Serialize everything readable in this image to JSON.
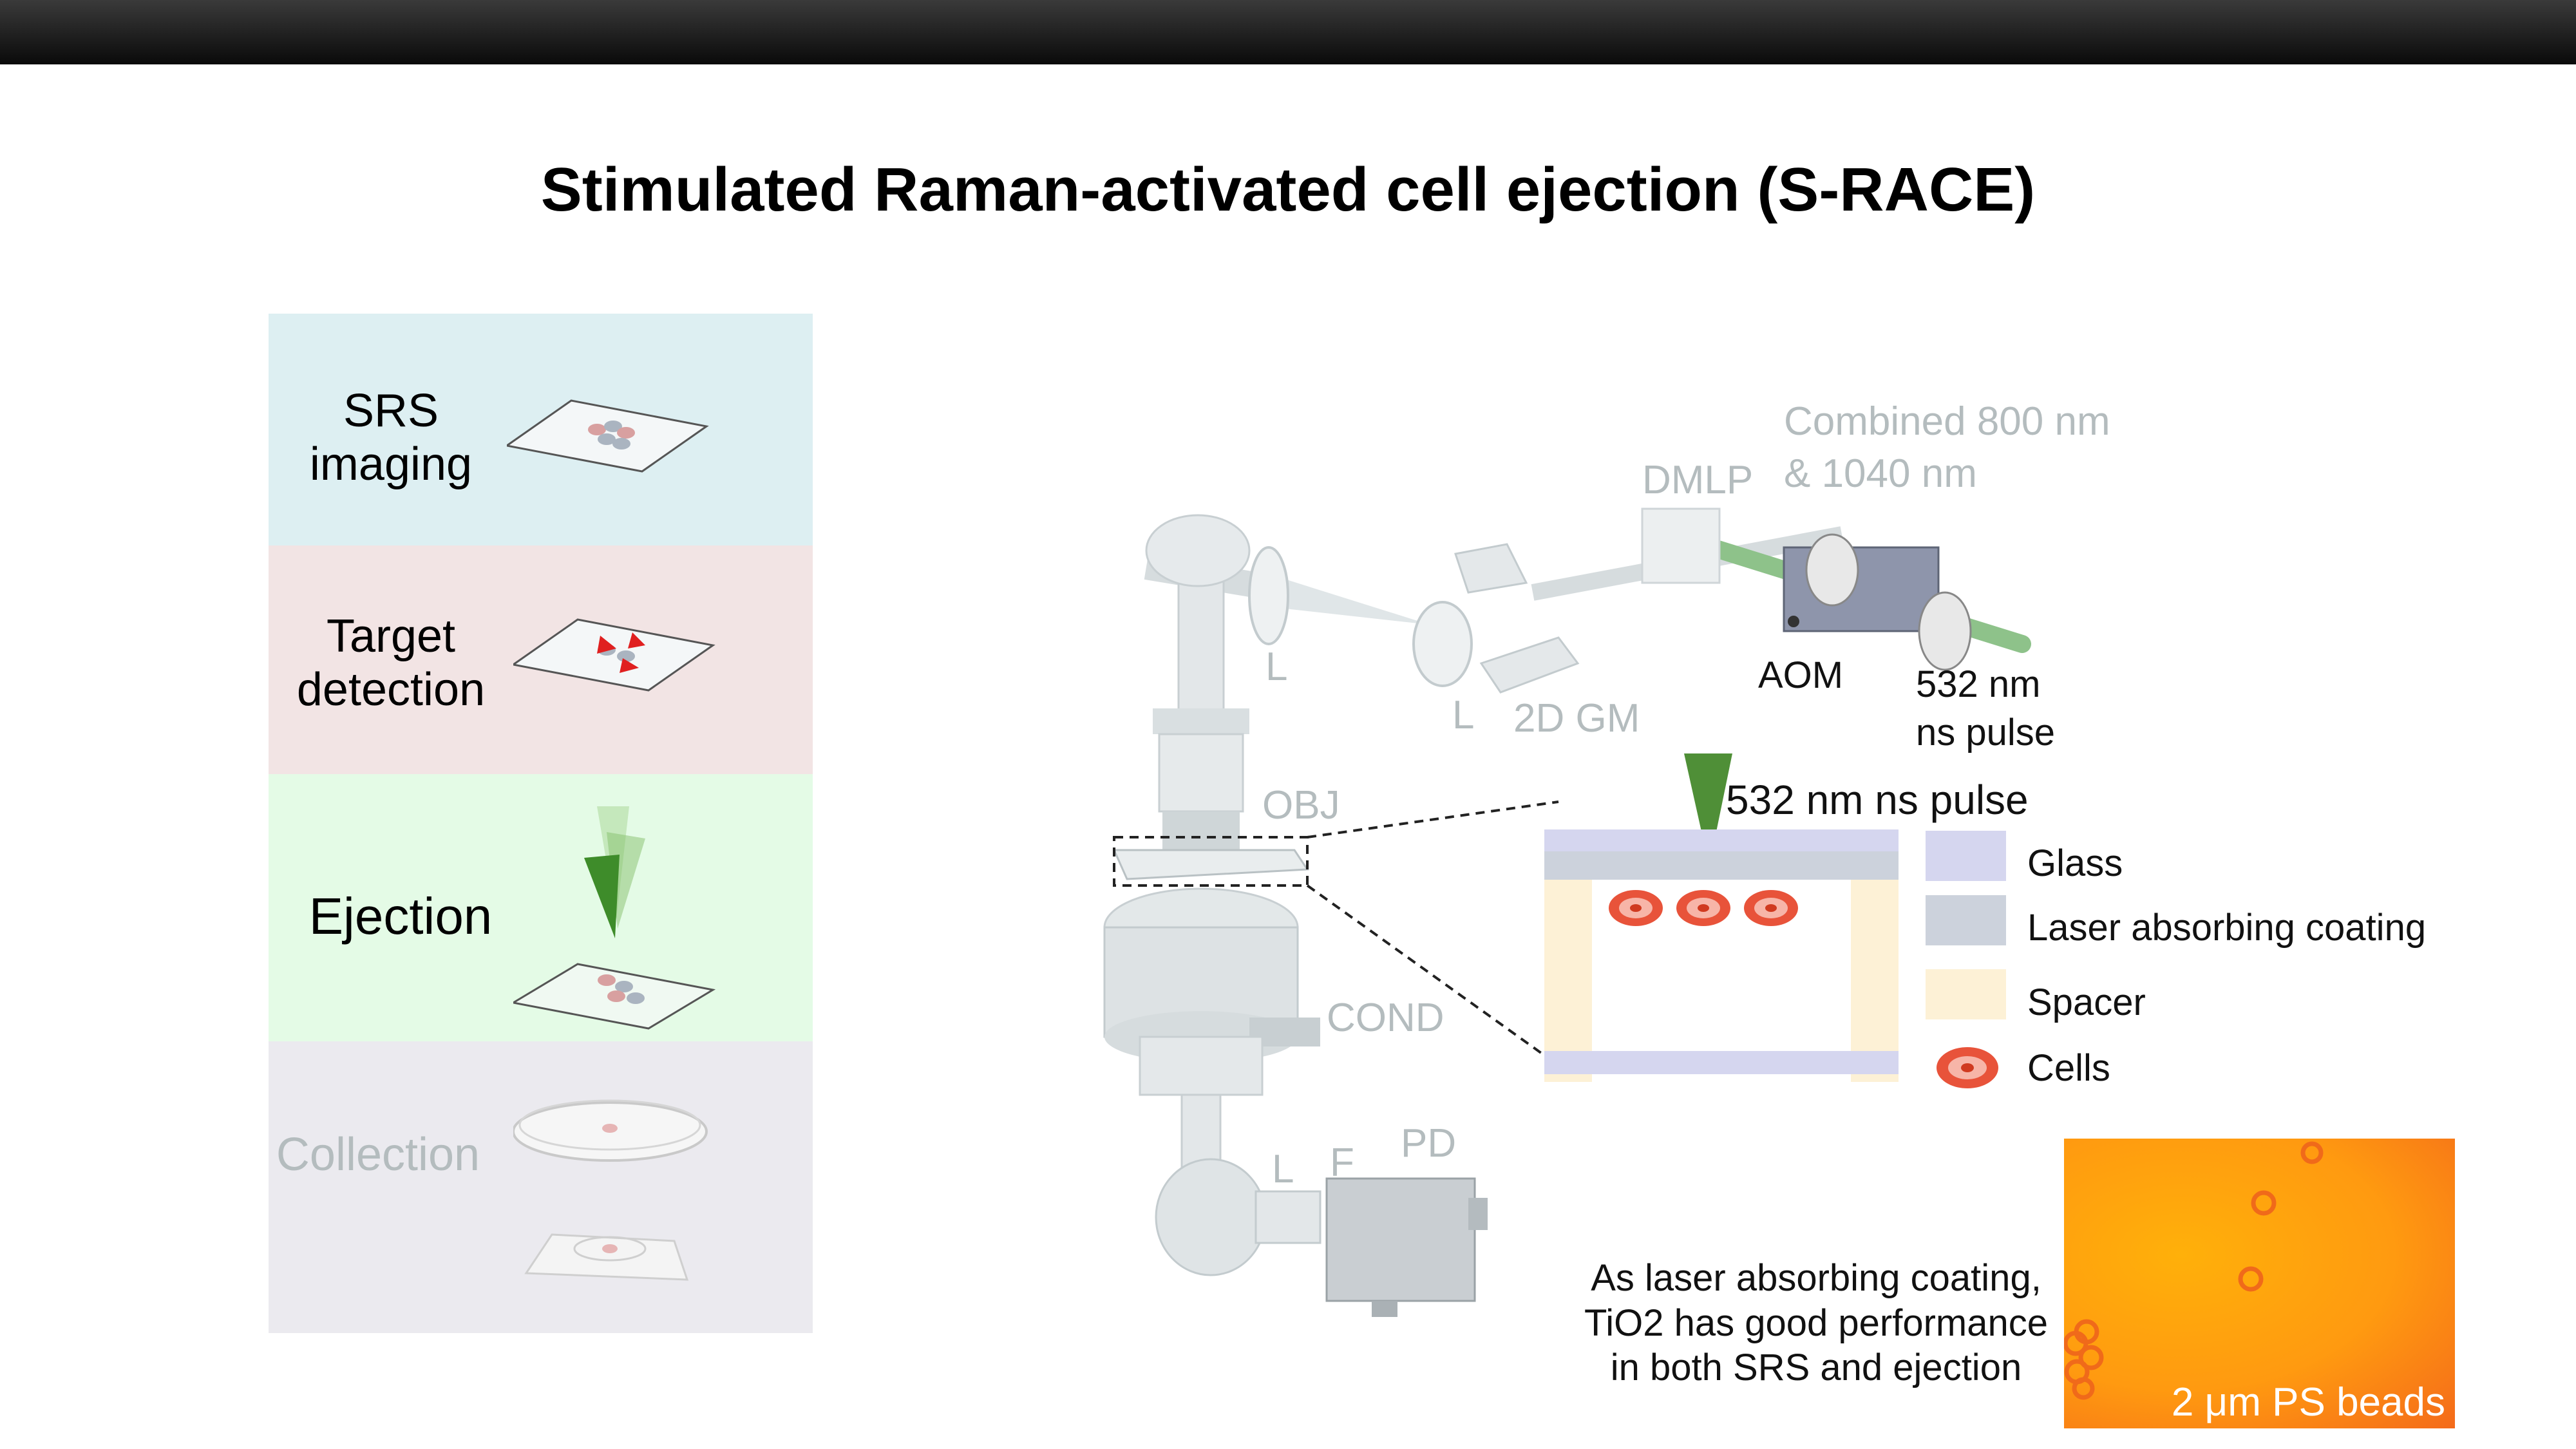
{
  "title": "Stimulated Raman-activated cell ejection (S-RACE)",
  "workflow": {
    "steps": [
      {
        "label_line1": "SRS",
        "label_line2": "imaging"
      },
      {
        "label_line1": "Target",
        "label_line2": "detection"
      },
      {
        "label_line1": "Ejection"
      },
      {
        "label_line1": "Collection"
      }
    ]
  },
  "setup": {
    "combined_line1": "Combined 800 nm",
    "combined_line2": "& 1040 nm",
    "dmlp": "DMLP",
    "aom": "AOM",
    "pulse_line1": "532 nm",
    "pulse_line2": "ns pulse",
    "lens_upper": "L",
    "lens_middle": "L",
    "gm": "2D GM",
    "obj": "OBJ",
    "cond": "COND",
    "lens_lower": "L",
    "filter": "F",
    "pd": "PD"
  },
  "inset": {
    "pulse_label": "532 nm ns pulse",
    "legend": [
      {
        "label": "Glass",
        "color": "#d5d6ef"
      },
      {
        "label": "Laser absorbing coating",
        "color": "#ccd2dc"
      },
      {
        "label": "Spacer",
        "color": "#fdf1d6"
      },
      {
        "label": "Cells",
        "color": "#e8533a"
      }
    ]
  },
  "note": {
    "line1": "As laser absorbing coating,",
    "line2": "TiO2 has good performance",
    "line3": "in both SRS and ejection"
  },
  "micrograph": {
    "caption": "2 μm PS beads"
  }
}
